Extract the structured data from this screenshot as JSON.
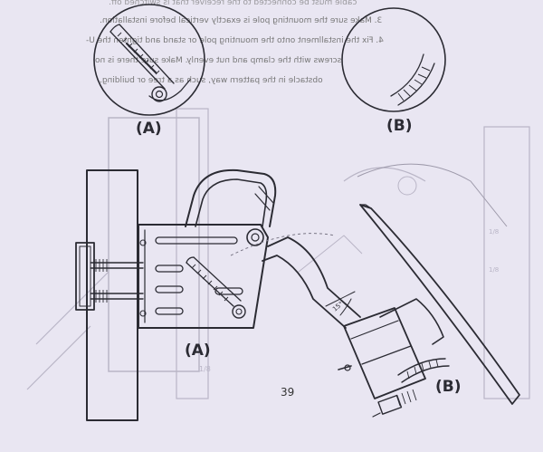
{
  "bleed_text": {
    "lines": [
      "cable must be connected to the receiver that is switched off.",
      "3. Make sure the mounting pole is exactly vertical before installation.",
      "4. Fix the installment onto the mounting pole or stand and tighten the U-",
      "screws  with the clamp  and nut  evenly. Make sure there is no",
      "obstacle in the pattern way, such as a tree or building."
    ]
  },
  "labels": {
    "inset_a": "(A)",
    "inset_b": "(B)",
    "main_a": "(A)",
    "main_b": "(B)"
  },
  "page_number": "39",
  "angle_mark": "15°"
}
